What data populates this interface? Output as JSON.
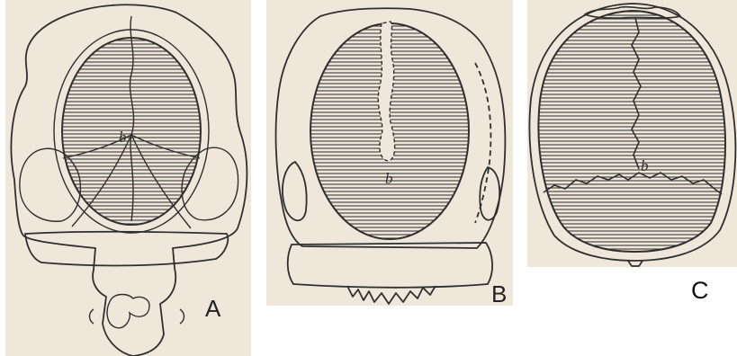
{
  "figures": [
    {
      "panel_label": "A",
      "marker_label": "b"
    },
    {
      "panel_label": "B",
      "marker_label": "b"
    },
    {
      "panel_label": "C",
      "marker_label": "b"
    }
  ],
  "colors": {
    "paper": "#efe8da",
    "ink": "#2f2f2f",
    "page_background": "#ffffff"
  }
}
